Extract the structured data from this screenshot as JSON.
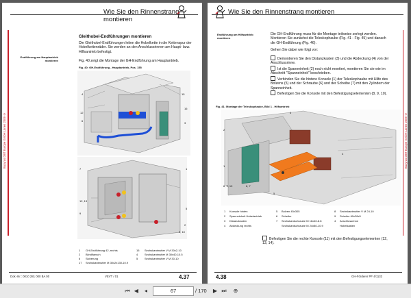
{
  "header_title": "Wie Sie den Rinnenstrang montieren",
  "side_mark": "Bucyrus DBT Europe GmbH Lünen 2009 ©",
  "left": {
    "margin_note": "Endführung am Hauptantrieb montieren",
    "heading": "Gleithobel-Endführungen montieren",
    "intro": "Die Gleithobel-Endführungen leiten die Hobelkette in die Kettenspur der Hobelkettenräder. Sie werden an den Anschlussrinnen am Haupt- bzw. Hilfsantrieb befestigt.",
    "fig_ref": "Fig. 40 zeigt die Montage der GH-Endführung am Hauptantrieb.",
    "fig_caption": "Fig. 40: GH-Endführung - Hauptantrieb, Pos. 155",
    "callouts_top": [
      "4",
      "15",
      "12",
      "6",
      "16",
      "3"
    ],
    "callouts_bottom": [
      "7",
      "1",
      "12, 13",
      "9",
      "5",
      "2",
      "9, 10"
    ],
    "legend": [
      [
        "1",
        "GH-Endführung 42, rechts",
        "15",
        "Sechskantmutter V M 30x2-10"
      ],
      [
        "2",
        "Blindflansch",
        "4",
        "Sechskantmutter M 30x40-10.5"
      ],
      [
        "6",
        "Sicherung",
        "5",
        "Sechskantmutter V M 30-10"
      ],
      [
        "17",
        "Sechskantmutter M 30x2x130-10.9",
        "",
        ""
      ]
    ],
    "footer_doc": "Dok.-Nr.: 0010 281 000 BA 00",
    "footer_ver": "VEVT / 01",
    "page_number": "4.37"
  },
  "right": {
    "margin_note": "Endführung am Hilfsantrieb montieren",
    "intro": "Die GH-Endführung muss für die Montage teilweise zerlegt werden. Montieren Sie zunächst die Teleskophaube (Fig. 41 - Fig. 45) und danach die GH-Endführung (Fig. 46).",
    "step_intro": "Gehen Sie dabei wie folgt vor:",
    "steps": [
      "Demontieren Sie den Distanzkasten (3) und die Abdeckung (4) von der Anschlussrinne.",
      "Ist die Spanneinheit (2) noch nicht montiert, montieren Sie sie wie im Abschnitt \"Spanneinheit\" beschrieben.",
      "Verbinden Sie die hintere Konsole (1) der Teleskophaube mit Hilfe des Bolzens (5) und der Schraube (6) und der Scheibe (7) mit den Zylindern der Spanneinheit.",
      "Befestigen Sie die Konsole mit den Befestigungselementen (8, 9, 10)."
    ],
    "fig_caption": "Fig. 41: Montage der Teleskophaube, Bild 1 - Hilfsantrieb",
    "callouts": [
      "3",
      "2",
      "4",
      "1",
      "8, 9, 10",
      "6, 7",
      "5"
    ],
    "legend": [
      [
        "1",
        "Konsole hinten",
        "5",
        "Bolzen 45x305",
        "8",
        "Sechskantmutter V M 24-10"
      ],
      [
        "2",
        "Spanneinheit Hobelantrieb",
        "6",
        "Scheibe",
        "9",
        "Scheibe 60x28x5"
      ],
      [
        "3",
        "Distanzkasten",
        "7",
        "Sechskantschraube M 16x40-8.8",
        "4",
        "Anschlussrinne"
      ],
      [
        "4",
        "Abdeckung rechts",
        "",
        "Sechskantschraube M 24x80-10.9",
        "",
        "Hobelkasten"
      ]
    ],
    "final_step": "Befestigen Sie die rechte Konsole (11) mit den Befestigungselementen (12, 13, 14).",
    "footer_doc": "GH-Förderer PF 4/1132",
    "page_number": "4.38"
  },
  "nav": {
    "current_page": "67",
    "total_pages": "/ 170"
  },
  "colors": {
    "accent_red": "#c8202a",
    "hose_blue": "#1e4fd6",
    "part_orange": "#f07a1e",
    "part_green": "#3a8f7a"
  }
}
